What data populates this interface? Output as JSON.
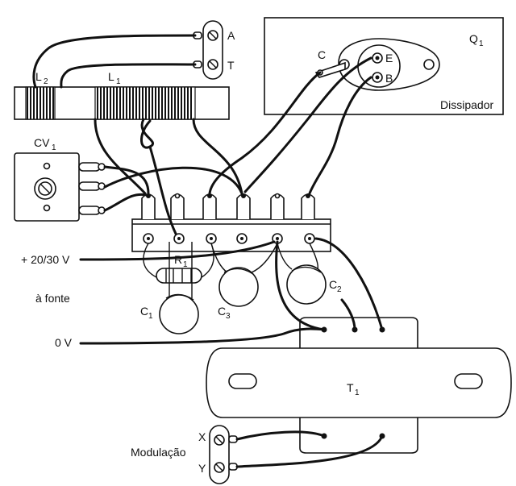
{
  "labels": {
    "terminal_a": "A",
    "terminal_t": "T",
    "coil_l2_base": "L",
    "coil_l2_sub": "2",
    "coil_l1_base": "L",
    "coil_l1_sub": "1",
    "cv1_base": "CV",
    "cv1_sub": "1",
    "q1_base": "Q",
    "q1_sub": "1",
    "pin_c": "C",
    "pin_e": "E",
    "pin_b": "B",
    "heatsink": "Dissipador",
    "supply_plus": "+ 20/30 V",
    "supply_to": "à fonte",
    "supply_zero": "0 V",
    "r1_base": "R",
    "r1_sub": "1",
    "c1_base": "C",
    "c1_sub": "1",
    "c2_base": "C",
    "c2_sub": "2",
    "c3_base": "C",
    "c3_sub": "3",
    "t1_base": "T",
    "t1_sub": "1",
    "mod_x": "X",
    "mod_y": "Y",
    "modulation": "Modulação"
  }
}
